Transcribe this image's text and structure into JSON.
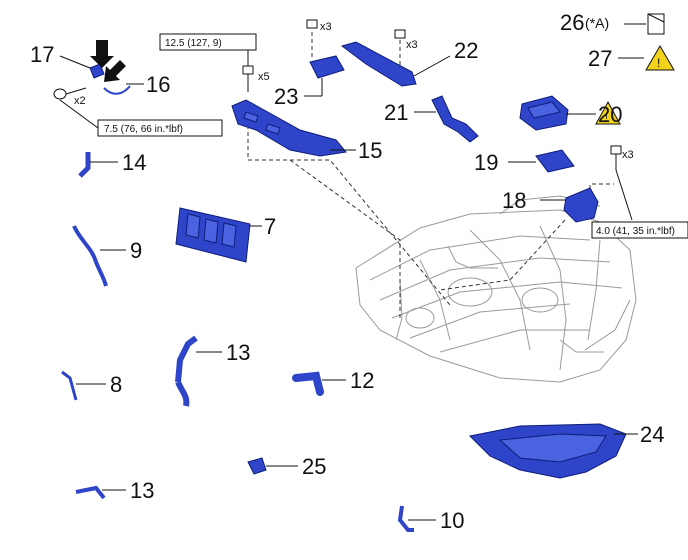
{
  "callouts": {
    "c7": "7",
    "c8": "8",
    "c9": "9",
    "c10": "10",
    "c12": "12",
    "c13a": "13",
    "c13b": "13",
    "c14": "14",
    "c15": "15",
    "c16": "16",
    "c17": "17",
    "c18": "18",
    "c19": "19",
    "c20": "20",
    "c21": "21",
    "c22": "22",
    "c23": "23",
    "c24": "24",
    "c25": "25",
    "c26": "26",
    "c26_suffix": "(*A)",
    "c27": "27"
  },
  "torque": {
    "t15": "12.5 (127, 9)",
    "t17": "7.5 (76, 66 in.*lbf)",
    "t18": "4.0 (41, 35 in.*lbf)"
  },
  "quantities": {
    "q15": "x5",
    "q17": "x2",
    "q18": "x3",
    "q22": "x3",
    "q23": "x3"
  },
  "colors": {
    "part_blue": "#2f45c9",
    "warning_yellow": "#f2d21a"
  },
  "icons": [
    "bolt-icon",
    "arrow-icon",
    "grease-icon",
    "caution-icon"
  ]
}
